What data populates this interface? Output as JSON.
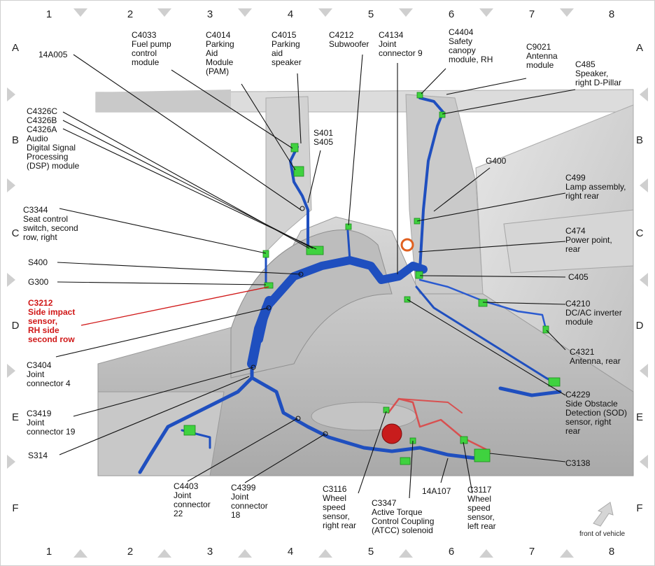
{
  "grid": {
    "columns": [
      "1",
      "2",
      "3",
      "4",
      "5",
      "6",
      "7",
      "8"
    ],
    "rows": [
      "A",
      "B",
      "C",
      "D",
      "E",
      "F"
    ]
  },
  "colors": {
    "harness": "#1f4fbf",
    "harness_dark": "#12318a",
    "connector": "#3fd23f",
    "red_wire": "#d85050",
    "highlight": "#d01818"
  },
  "labels": {
    "l14a005": "14A005",
    "c4033": "C4033\nFuel pump\ncontrol\nmodule",
    "c4014": "C4014\nParking\nAid\nModule\n(PAM)",
    "c4015": "C4015\nParking\naid\nspeaker",
    "c4212": "C4212\nSubwoofer",
    "c4134": "C4134\nJoint\nconnector 9",
    "c4404": "C4404\nSafety\ncanopy\nmodule, RH",
    "c9021": "C9021\nAntenna\nmodule",
    "c485": "C485\nSpeaker,\nright D-Pillar",
    "c4326": "C4326C\nC4326B\nC4326A\nAudio\nDigital Signal\nProcessing\n(DSP) module",
    "s401": "S401\nS405",
    "g400": "G400",
    "c499": "C499\nLamp assembly,\nright rear",
    "c3344": "C3344\nSeat control\nswitch, second\nrow, right",
    "c474": "C474\nPower point,\nrear",
    "s400": "S400",
    "c405": "C405",
    "g300": "G300",
    "c3212": "C3212\nSide impact\nsensor,\nRH side\nsecond row",
    "c4210": "C4210\nDC/AC inverter\nmodule",
    "c4321": "C4321\nAntenna, rear",
    "c3404": "C3404\nJoint\nconnector 4",
    "c4229": "C4229\nSide Obstacle\nDetection (SOD)\nsensor, right\nrear",
    "c3419": "C3419\nJoint\nconnector 19",
    "s314": "S314",
    "c3138": "C3138",
    "c4403": "C4403\nJoint\nconnector\n22",
    "c4399": "C4399\nJoint\nconnector\n18",
    "c3116": "C3116\nWheel\nspeed\nsensor,\nright rear",
    "c3347": "C3347\nActive Torque\nControl Coupling\n(ATCC) solenoid",
    "l14a107": "14A107",
    "c3117": "C3117\nWheel\nspeed\nsensor,\nleft rear"
  },
  "front_of_vehicle": "front of vehicle"
}
